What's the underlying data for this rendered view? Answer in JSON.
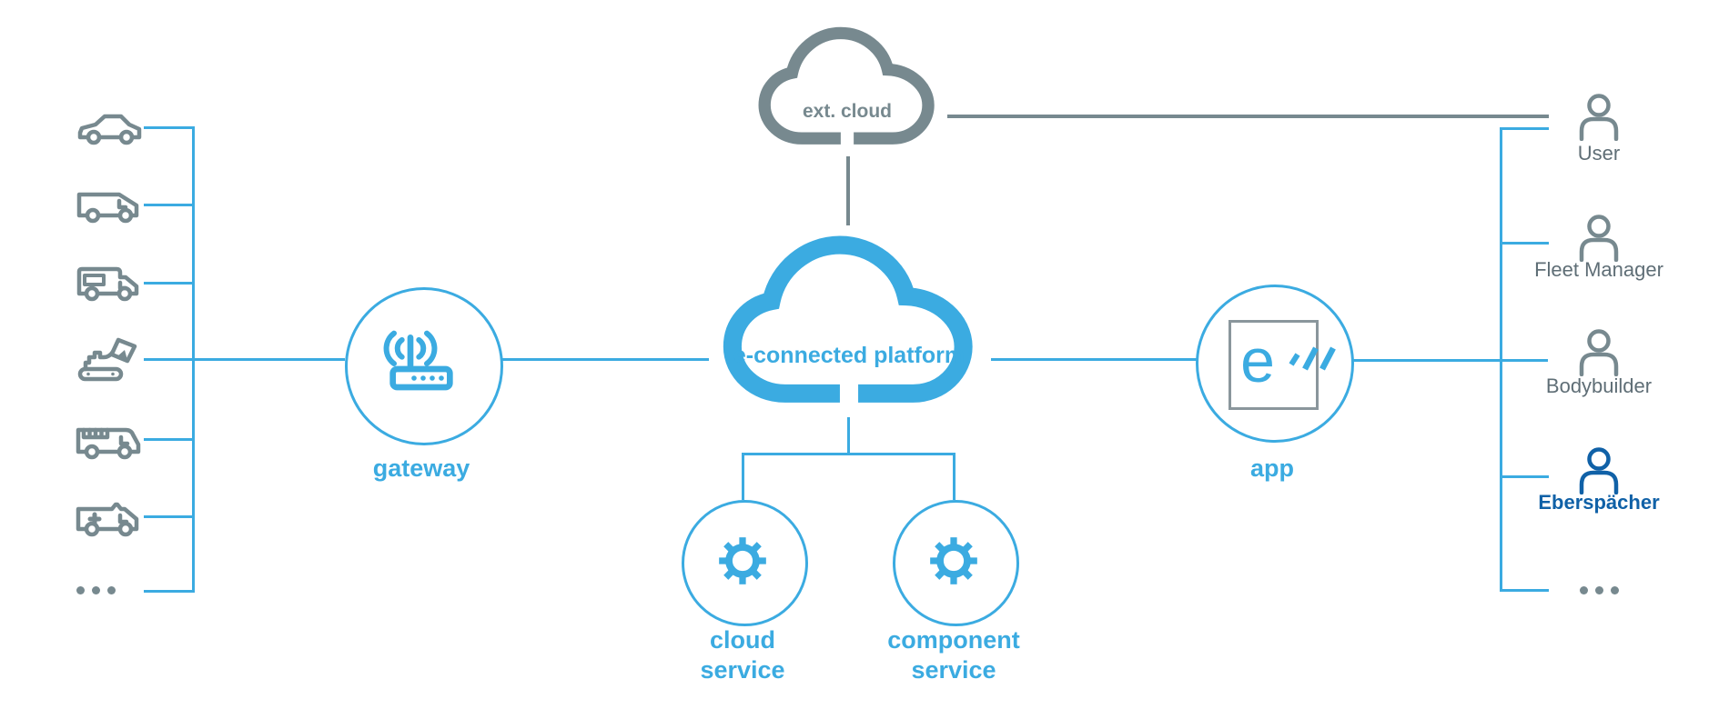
{
  "colors": {
    "blue": "#3babe1",
    "gray": "#77898f",
    "dark_blue": "#1061a7",
    "label_gray": "#5f6e76"
  },
  "ext_cloud": {
    "label": "ext. cloud"
  },
  "platform_cloud": {
    "label": "e-connected platform"
  },
  "gateway": {
    "label": "gateway",
    "icon": "wifi-router-icon"
  },
  "app": {
    "label": "app",
    "icon": "e-logo-icon",
    "logo_letter": "e"
  },
  "services": [
    {
      "id": "cloud-service",
      "label": "cloud service",
      "icon": "gear-icon"
    },
    {
      "id": "component-service",
      "label": "component service",
      "icon": "gear-icon"
    }
  ],
  "vehicles": {
    "icons": [
      "car-icon",
      "van-icon",
      "camper-icon",
      "excavator-icon",
      "bus-icon",
      "ambulance-icon"
    ],
    "more": "..."
  },
  "users": {
    "items": [
      {
        "label": "User",
        "highlighted": false
      },
      {
        "label": "Fleet Manager",
        "highlighted": false
      },
      {
        "label": "Bodybuilder",
        "highlighted": false
      },
      {
        "label": "Eberspächer",
        "highlighted": true
      }
    ],
    "more": "..."
  }
}
